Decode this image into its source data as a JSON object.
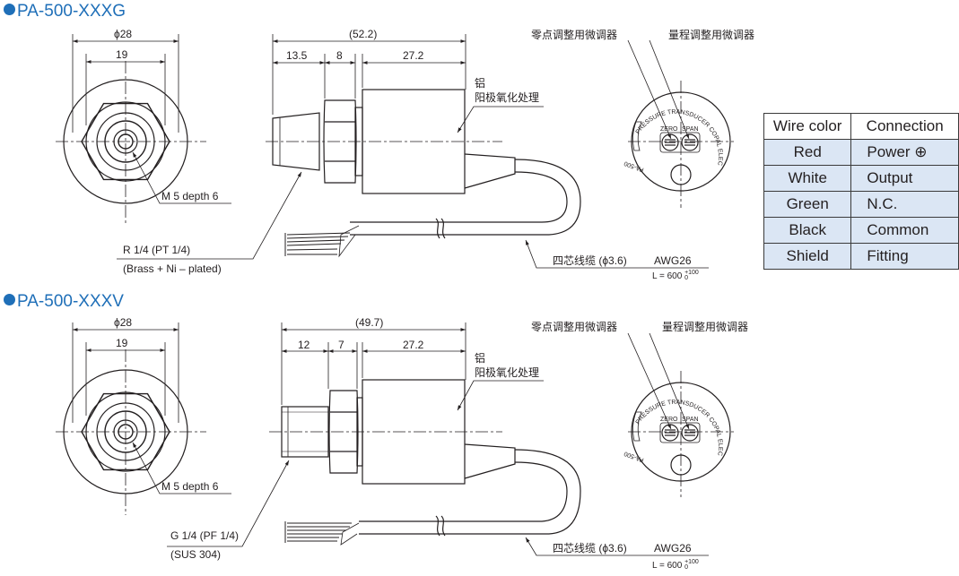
{
  "sections": [
    {
      "title": "PA-500-XXXG",
      "dim_outer": "ϕ28",
      "dim_inner": "19",
      "dim_total": "(52.2)",
      "dim_a": "13.5",
      "dim_b": "8",
      "dim_c": "27.2",
      "label_tap": "M 5 depth 6",
      "label_thread": "R 1/4 (PT 1/4)",
      "label_material": "(Brass + Ni – plated)",
      "label_body_1": "铝",
      "label_body_2": "阳极氧化处理",
      "label_zero": "零点调整用微调器",
      "label_span": "量程调整用微调器",
      "label_cable": "四芯线缆 (ϕ3.6)",
      "label_awg": "AWG26",
      "label_length": "L = 600",
      "label_tol_upper": "+100",
      "label_tol_lower": "0"
    },
    {
      "title": "PA-500-XXXV",
      "dim_outer": "ϕ28",
      "dim_inner": "19",
      "dim_total": "(49.7)",
      "dim_a": "12",
      "dim_b": "7",
      "dim_c": "27.2",
      "label_tap": "M 5 depth 6",
      "label_thread": "G 1/4 (PF 1/4)",
      "label_material": "(SUS 304)",
      "label_body_1": "铝",
      "label_body_2": "阳极氧化处理",
      "label_zero": "零点调整用微调器",
      "label_span": "量程调整用微调器",
      "label_cable": "四芯线缆 (ϕ3.6)",
      "label_awg": "AWG26",
      "label_length": "L = 600",
      "label_tol_upper": "+100",
      "label_tol_lower": "0"
    }
  ],
  "face_text": {
    "brand": "PRESSURE TRANSDUCER COPAL ELECTRONICS",
    "zero": "ZERO",
    "span": "SPAN",
    "model": "PA-500"
  },
  "wire_table": {
    "headers": [
      "Wire color",
      "Connection"
    ],
    "rows": [
      [
        "Red",
        "Power ⊕"
      ],
      [
        "White",
        "Output"
      ],
      [
        "Green",
        "N.C."
      ],
      [
        "Black",
        "Common"
      ],
      [
        "Shield",
        "Fitting"
      ]
    ]
  }
}
